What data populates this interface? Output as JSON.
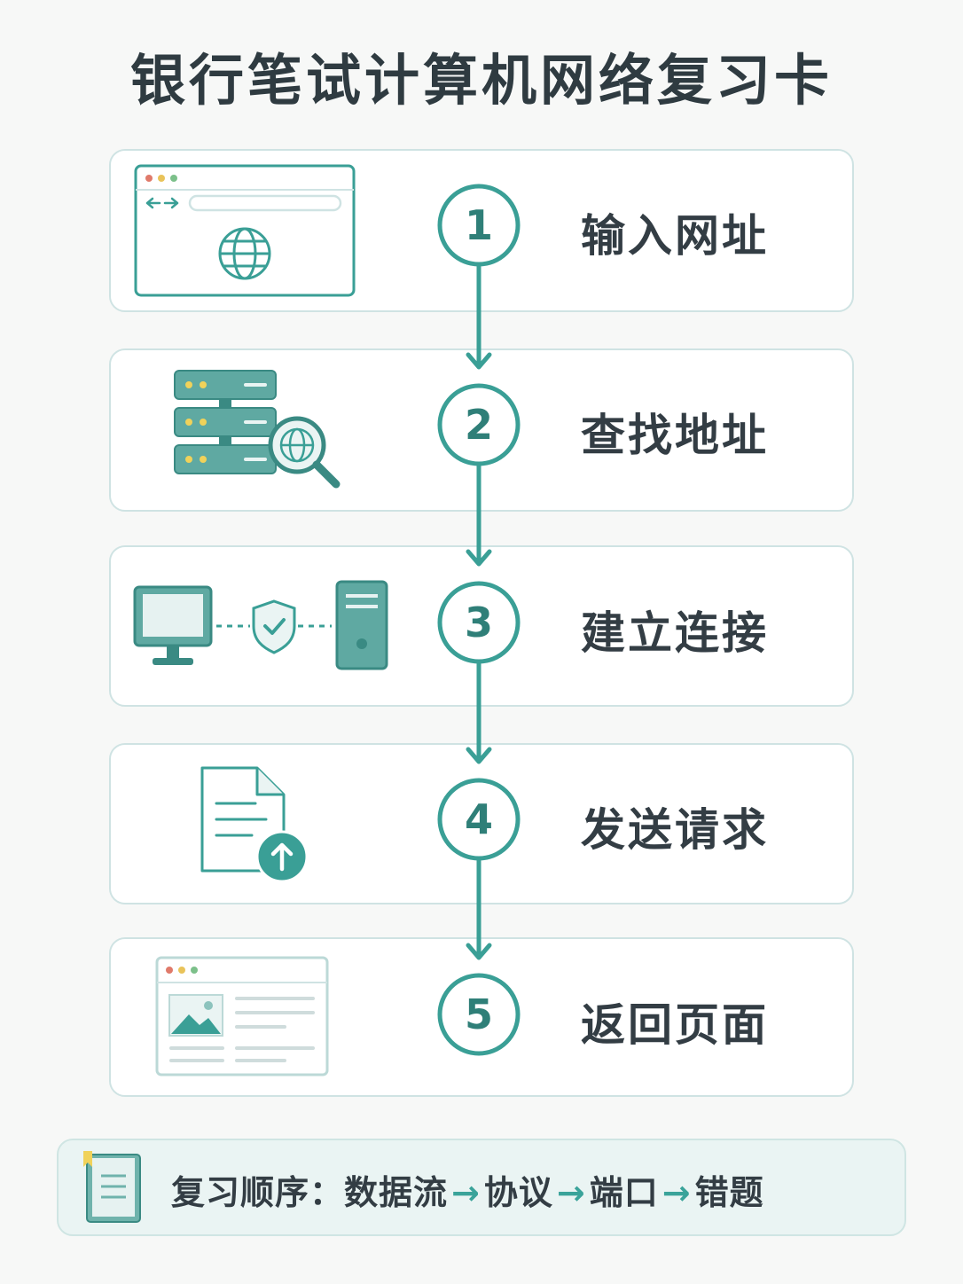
{
  "title": "银行笔试计算机网络复习卡",
  "steps": [
    {
      "number": "1",
      "label": "输入网址",
      "icon": "browser-globe-icon"
    },
    {
      "number": "2",
      "label": "查找地址",
      "icon": "server-search-icon"
    },
    {
      "number": "3",
      "label": "建立连接",
      "icon": "secure-connection-icon"
    },
    {
      "number": "4",
      "label": "发送请求",
      "icon": "document-upload-icon"
    },
    {
      "number": "5",
      "label": "返回页面",
      "icon": "webpage-icon"
    }
  ],
  "footer": {
    "prefix": "复习顺序：",
    "items": [
      "数据流",
      "协议",
      "端口",
      "错题"
    ],
    "separator": "→",
    "icon": "book-icon"
  },
  "colors": {
    "accent": "#3a9f96",
    "icon_fill": "#5fa9a2",
    "card_border": "#cfe3e3",
    "text": "#333d44"
  }
}
